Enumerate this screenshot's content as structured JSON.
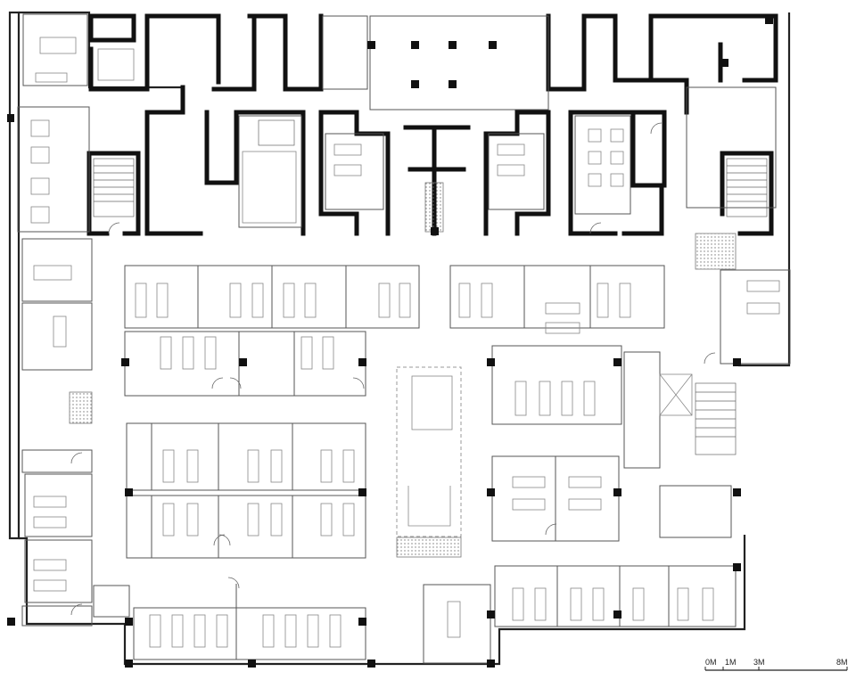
{
  "scale_bar": {
    "labels": [
      "0M",
      "1M",
      "3M",
      "8M"
    ]
  }
}
